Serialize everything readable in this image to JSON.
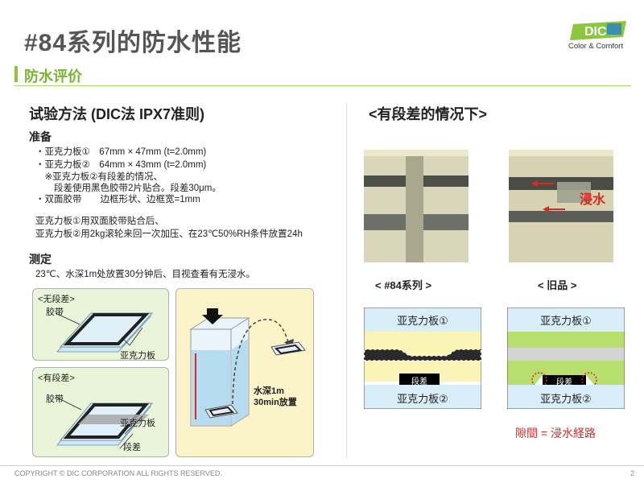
{
  "slide": {
    "title": "#84系列的防水性能",
    "page_number": "2"
  },
  "logo": {
    "mark_text": "DIC",
    "tagline": "Color & Comfort"
  },
  "header": {
    "label": "防水评价"
  },
  "left": {
    "section_title": "试验方法 (DIC法 IPX7准则)",
    "prep_title": "准备",
    "prep_lines": [
      "・亚克力板①　67mm × 47mm (t=2.0mm)",
      "・亚克力板②　64mm × 43mm (t=2.0mm)",
      "　※亚克力板②有段差的情况、",
      "　　段差使用黑色胶带2片贴合。段差30μm。",
      "・双面胶带　　边框形状、边框宽=1mm"
    ],
    "paste_lines": [
      "亚克力板①用双面胶带贴合后、",
      "亚克力板②用2kg滚轮来回一次加压、在23℃50%RH条件放置24h"
    ],
    "measure_title": "测定",
    "measure_line": "23℃、水深1m处放置30分钟后、目视查看有无浸水。",
    "diagram_no_step": {
      "label": "<无段差>",
      "tape_label": "胶带",
      "plate_label": "亚克力板"
    },
    "diagram_step": {
      "label": "<有段差>",
      "tape_label": "胶带",
      "plate_label": "亚克力板",
      "step_label": "段差"
    },
    "water_test": {
      "depth_label": "水深1m",
      "time_label": "30min放置"
    }
  },
  "right": {
    "section_title": "<有段差的情况下>",
    "photo_left_caption": "< #84系列 >",
    "photo_right_caption": "< 旧品 >",
    "water_label": "浸水",
    "cross_left": {
      "top_label": "亚克力板①",
      "bottom_label": "亚克力板②",
      "step_label": "段差"
    },
    "cross_right": {
      "top_label": "亚克力板①",
      "bottom_label": "亚克力板②",
      "step_label": "段差"
    },
    "conclusion": "隙間 = 浸水経路"
  },
  "footer": {
    "copyright": "COPYRIGHT © DIC CORPORATION ALL RIGHTS RESERVED."
  },
  "colors": {
    "accent_green": "#8cc63f",
    "logo_blue": "#2b84c6",
    "alert_red": "#e0261f",
    "yellow_layer": "#fbf5b5",
    "blue_layer": "#d8eef8",
    "green_layer": "#b6df6e"
  }
}
